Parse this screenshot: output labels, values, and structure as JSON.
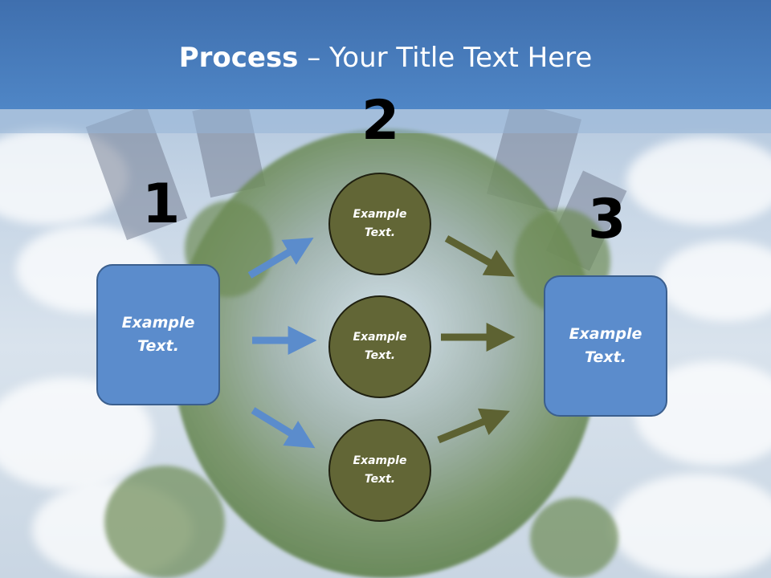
{
  "title": {
    "bold": "Process",
    "rest": " – Your Title Text Here"
  },
  "steps": {
    "one": "1",
    "two": "2",
    "three": "3"
  },
  "left_box": {
    "line1": "Example",
    "line2": "Text."
  },
  "right_box": {
    "line1": "Example",
    "line2": "Text."
  },
  "circles": [
    {
      "line1": "Example",
      "line2": "Text."
    },
    {
      "line1": "Example",
      "line2": "Text."
    },
    {
      "line1": "Example",
      "line2": "Text."
    }
  ],
  "colors": {
    "header": "#4f86c6",
    "box": "#5b8ccc",
    "circle": "#626636",
    "blue_arrow": "#5b8ccc",
    "olive_arrow": "#5d6232"
  }
}
